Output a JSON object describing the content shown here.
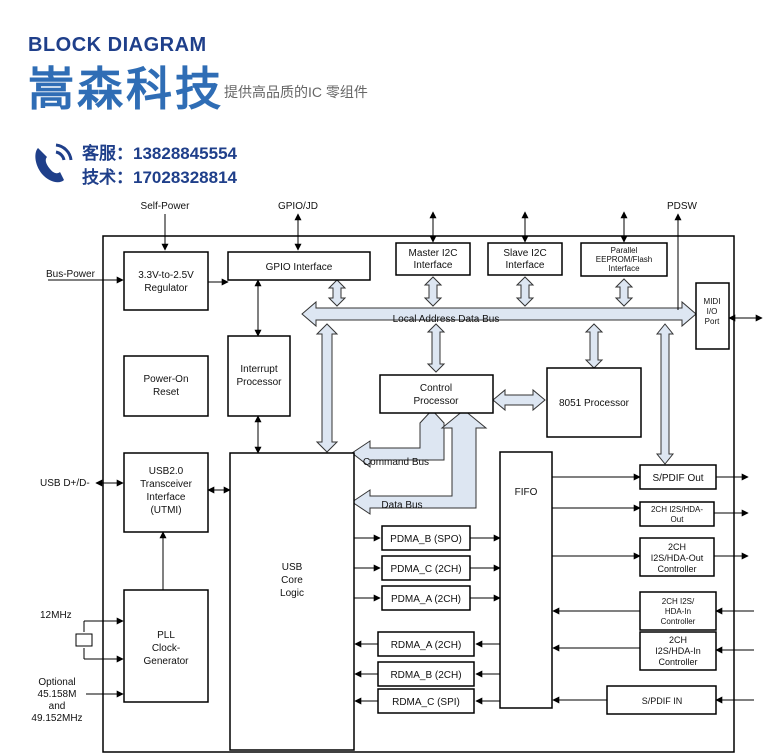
{
  "header": {
    "title": "BLOCK DIAGRAM",
    "logo": "嵩森科技",
    "tagline": "提供高品质的IC 零组件",
    "phone_icon": "phone-icon",
    "service_label": "客服：",
    "service_number": "13828845554",
    "tech_label": "技术：",
    "tech_number": "17028328814"
  },
  "diagram": {
    "external": {
      "self_power": "Self-Power",
      "gpio_jd": "GPIO/JD",
      "pdsw": "PDSW",
      "bus_power": "Bus-Power",
      "usb_dp_dm": "USB D+/D-",
      "osc_12mhz": "12MHz",
      "optional": "Optional",
      "freq_1": "45.158M",
      "and": "and",
      "freq_2": "49.152MHz"
    },
    "blocks": {
      "regulator": [
        "3.3V-to-2.5V",
        "Regulator"
      ],
      "gpio": [
        "GPIO Interface"
      ],
      "master_i2c": [
        "Master I2C",
        "Interface"
      ],
      "slave_i2c": [
        "Slave I2C",
        "Interface"
      ],
      "parallel": [
        "Parallel",
        "EEPROM/Flash",
        "Interface"
      ],
      "midi": [
        "MIDI",
        "I/O",
        "Port"
      ],
      "power_on": [
        "Power-On",
        "Reset"
      ],
      "interrupt": [
        "Interrupt",
        "Processor"
      ],
      "control": [
        "Control",
        "Processor"
      ],
      "proc8051": [
        "8051 Processor"
      ],
      "usb_trx": [
        "USB2.0",
        "Transceiver",
        "Interface",
        "(UTMI)"
      ],
      "usb_core": [
        "USB",
        "Core",
        "Logic"
      ],
      "fifo": [
        "FIFO"
      ],
      "pll": [
        "PLL",
        "Clock-",
        "Generator"
      ],
      "pdma_b": [
        "PDMA_B (SPO)"
      ],
      "pdma_c": [
        "PDMA_C (2CH)"
      ],
      "pdma_a": [
        "PDMA_A (2CH)"
      ],
      "rdma_a": [
        "RDMA_A (2CH)"
      ],
      "rdma_b": [
        "RDMA_B (2CH)"
      ],
      "rdma_c": [
        "RDMA_C (SPI)"
      ],
      "spdif_out": [
        "S/PDIF Out"
      ],
      "i2s_out": [
        "2CH I2S/HDA-",
        "Out"
      ],
      "i2s_out_ctrl": [
        "2CH",
        "I2S/HDA-Out",
        "Controller"
      ],
      "i2s_in": [
        "2CH I2S/",
        "HDA-In",
        "Controller"
      ],
      "i2s_in_ctrl": [
        "2CH",
        "I2S/HDA-In",
        "Controller"
      ],
      "spdif_in": [
        "S/PDIF IN"
      ]
    },
    "buses": {
      "local": "Local Address Data Bus",
      "command": "Command Bus",
      "data": "Data Bus"
    }
  }
}
